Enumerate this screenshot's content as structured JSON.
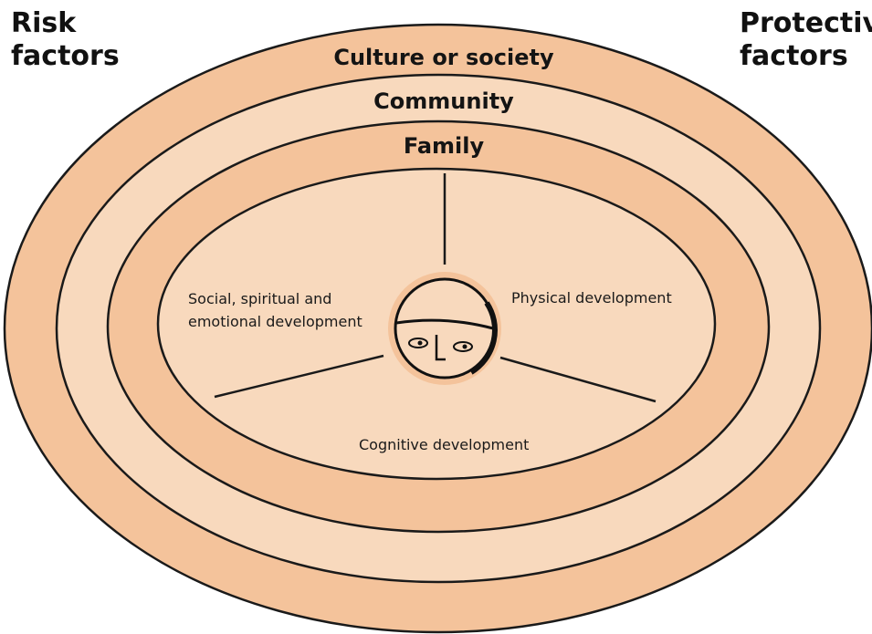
{
  "diagram": {
    "corners": {
      "left": [
        "Risk",
        "factors"
      ],
      "right": [
        "Protective",
        "factors"
      ]
    },
    "rings": {
      "outer": "Culture or society",
      "middle": "Community",
      "inner": "Family"
    },
    "domains": {
      "social": [
        "Social, spiritual and",
        "emotional development"
      ],
      "physical": "Physical development",
      "cognitive": "Cognitive development"
    },
    "colors": {
      "dark_band": "#f4c39b",
      "light_band": "#f8d9bd",
      "outline": "#1a1a1a",
      "text": "#141414"
    },
    "center_icon": "child-face-icon"
  }
}
